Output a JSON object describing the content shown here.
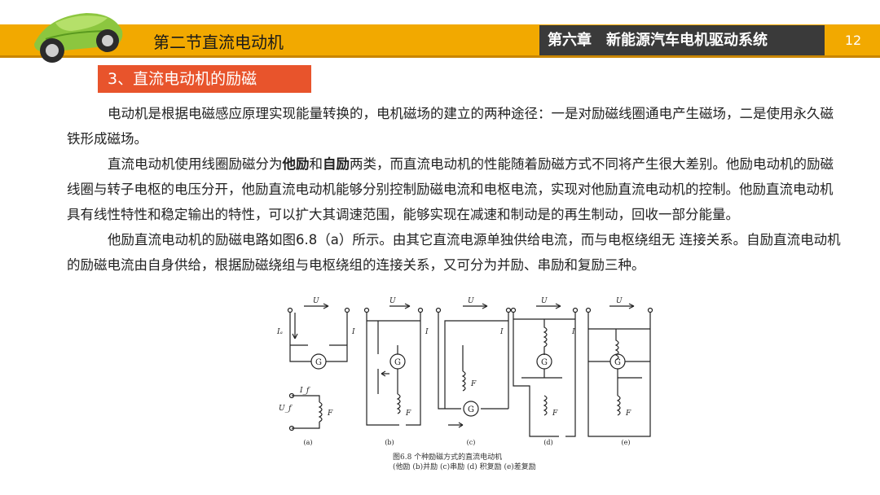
{
  "header": {
    "section_title": "第二节直流电动机",
    "chapter_title": "第六章　新能源汽车电机驱动系统",
    "page_number": "12"
  },
  "subsection": {
    "title": "3、直流电动机的励磁"
  },
  "paragraphs": {
    "p1": "电动机是根据电磁感应原理实现能量转换的，电机磁场的建立的两种途径：一是对励磁线圈通电产生磁场，二是使用永久磁铁形成磁场。",
    "p2_part1": "直流电动机使用线圈励磁分为",
    "p2_bold1": "他励",
    "p2_and": "和",
    "p2_bold2": "自励",
    "p2_part2": "两类，而直流电动机的性能随着励磁方式不同将产生很大差别。他励电动机的励磁线圈与转子电枢的电压分开，他励直流电动机能够分别控制励磁电流和电枢电流，实现对他励直流电动机的控制。他励直流电动机具有线性特性和稳定输出的特性，可以扩大其调速范围，能够实现在减速和制动是的再生制动，回收一部分能量。",
    "p3": "他励直流电动机的励磁电路如图6.8（a）所示。由其它直流电源单独供给电流，而与电枢绕组无 连接关系。自励直流电动机的励磁电流由自身供给，根据励磁绕组与电枢绕组的连接关系，又可分为并励、串励和复励三种。"
  },
  "figure": {
    "labels": {
      "U": "U",
      "G": "G",
      "I": "I",
      "Ia": "Iₐ",
      "If": "I_f",
      "Uf": "U_f",
      "F": "F"
    },
    "panel_labels": [
      "(a)",
      "(b)",
      "(c)",
      "(d)",
      "(e)"
    ],
    "caption_line1": "图6.8 个种励磁方式的直流电动机",
    "caption_line2": "(他励 (b)并励 (c)串励 (d) 积复励 (e)差复励"
  },
  "colors": {
    "header": "#f2a900",
    "chapter_box": "#3a3a3a",
    "subsection": "#e8542c"
  }
}
